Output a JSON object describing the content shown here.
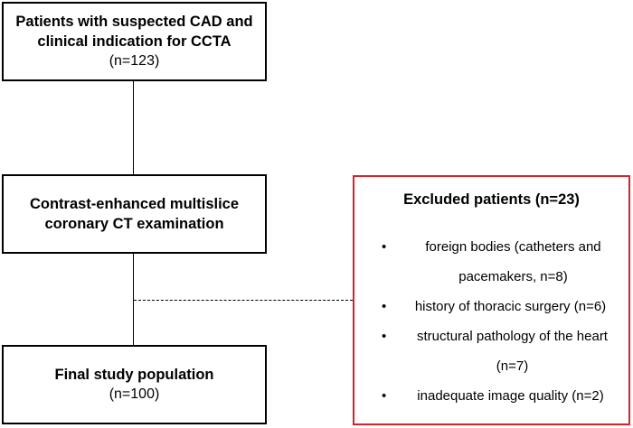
{
  "flowchart": {
    "step1": {
      "title": "Patients with suspected CAD and clinical indication for CCTA",
      "count": "(n=123)"
    },
    "step2": {
      "title": "Contrast-enhanced multislice coronary CT examination"
    },
    "step3": {
      "title": "Final study population",
      "count": "(n=100)"
    },
    "exclusion": {
      "title": "Excluded patients (n=23)",
      "bullet": "•",
      "items": [
        "foreign bodies (catheters and pacemakers, n=8)",
        "history of thoracic surgery (n=6)",
        "structural pathology of the heart (n=7)",
        "inadequate image quality (n=2)"
      ]
    }
  },
  "colors": {
    "box_border": "#000000",
    "exclusion_border": "#d4232b",
    "background": "#ffffff"
  }
}
